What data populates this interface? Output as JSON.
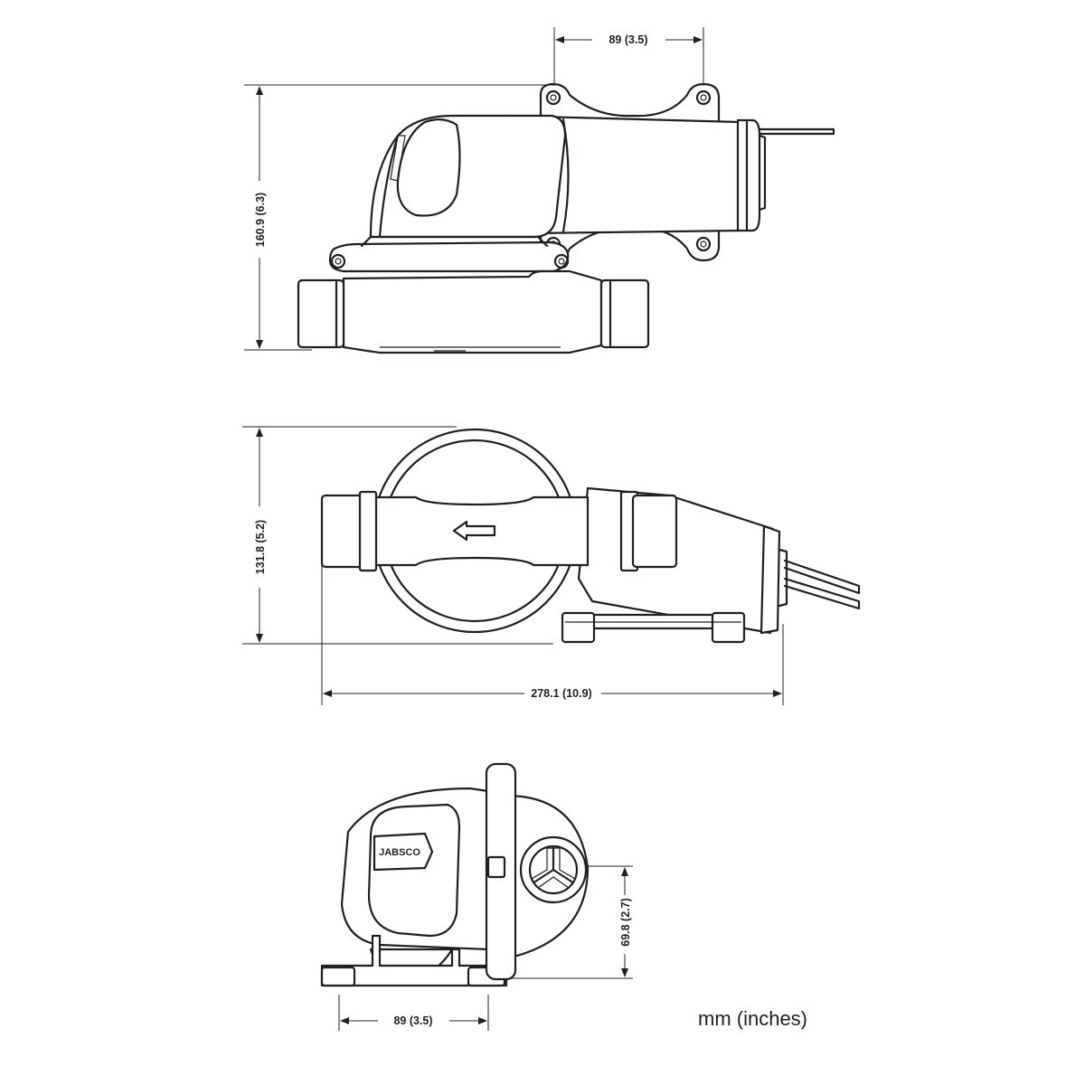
{
  "dimensions": {
    "top_width": "89 (3.5)",
    "top_height": "160.9 (6.3)",
    "plan_height": "131.8 (5.2)",
    "overall_length": "278.1 (10.9)",
    "end_outlet_height": "69.8 (2.7)",
    "end_foot_width": "89 (3.5)"
  },
  "units_label": "mm (inches)",
  "brand_logo": "JABSCO",
  "colors": {
    "line": "#231f20",
    "background": "#ffffff"
  }
}
